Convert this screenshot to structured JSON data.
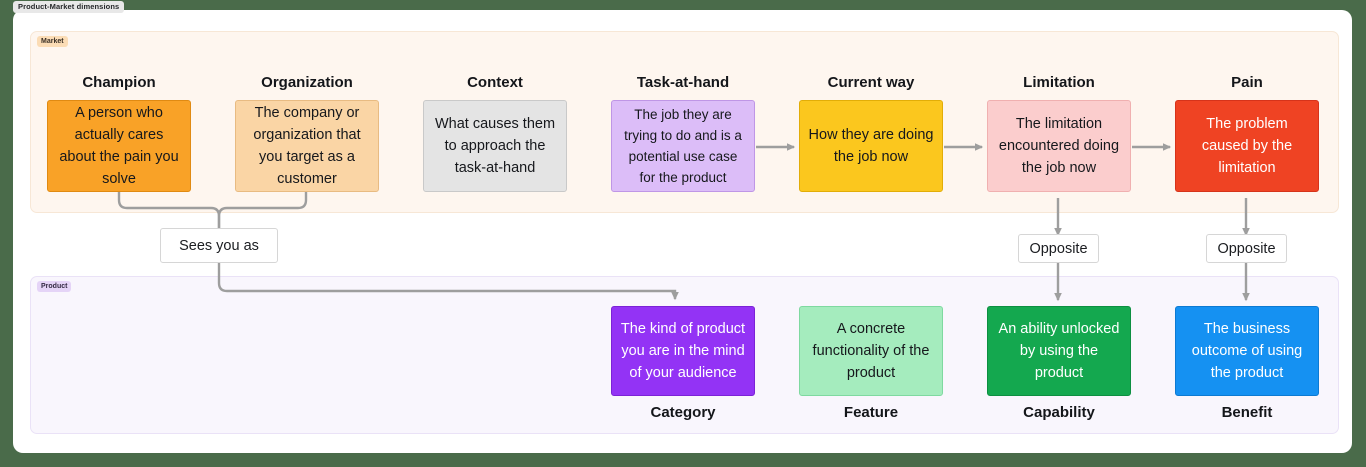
{
  "frame": {
    "tab_label": "Product-Market dimensions"
  },
  "groups": [
    {
      "id": "market",
      "label": "Market",
      "bg": "#fef6ef",
      "chip_bg": "#fbdcb5"
    },
    {
      "id": "product",
      "label": "Product",
      "bg": "#f9f6fd",
      "chip_bg": "#e5d4f7"
    }
  ],
  "market_row": [
    {
      "title": "Champion",
      "text": "A person who actually cares about the pain you solve",
      "fill": "#f9a227",
      "stroke": "#e08a12",
      "color": "#16181c"
    },
    {
      "title": "Organization",
      "text": "The company or organization that you target as a customer",
      "fill": "#fad5a5",
      "stroke": "#e8bb82",
      "color": "#16181c"
    },
    {
      "title": "Context",
      "text": "What causes them to approach the task-at-hand",
      "fill": "#e4e4e4",
      "stroke": "#c9c9c9",
      "color": "#16181c"
    },
    {
      "title": "Task-at-hand",
      "text": "The job they are trying to do and is a potential use case for the product",
      "fill": "#dcbdf8",
      "stroke": "#bf96e6",
      "color": "#16181c"
    },
    {
      "title": "Current way",
      "text": "How they are doing the job now",
      "fill": "#fbc71e",
      "stroke": "#e2ad07",
      "color": "#16181c"
    },
    {
      "title": "Limitation",
      "text": "The limitation encountered doing the job now",
      "fill": "#fbcdcd",
      "stroke": "#f0b0b0",
      "color": "#16181c"
    },
    {
      "title": "Pain",
      "text": "The problem caused by the limitation",
      "fill": "#ef4323",
      "stroke": "#d6331a",
      "color": "#ffffff"
    }
  ],
  "product_row": [
    {
      "title": "Category",
      "text": "The kind of product you are in the mind of your audience",
      "fill": "#9333f5",
      "stroke": "#7c22d6",
      "color": "#ffffff"
    },
    {
      "title": "Feature",
      "text": "A concrete functionality of the product",
      "fill": "#a5ecbe",
      "stroke": "#7fd9a0",
      "color": "#16181c"
    },
    {
      "title": "Capability",
      "text": "An ability unlocked by using the product",
      "fill": "#14a84f",
      "stroke": "#0d8f41",
      "color": "#ffffff"
    },
    {
      "title": "Benefit",
      "text": "The business outcome of using the product",
      "fill": "#1591f2",
      "stroke": "#0d7ad2",
      "color": "#ffffff"
    }
  ],
  "edge_labels": {
    "sees_you_as": "Sees you as",
    "opposite_capability": "Opposite",
    "opposite_benefit": "Opposite"
  },
  "colors": {
    "page_background": "#4a6b4a",
    "card_background": "#ffffff",
    "edge": "#9e9e9e"
  }
}
